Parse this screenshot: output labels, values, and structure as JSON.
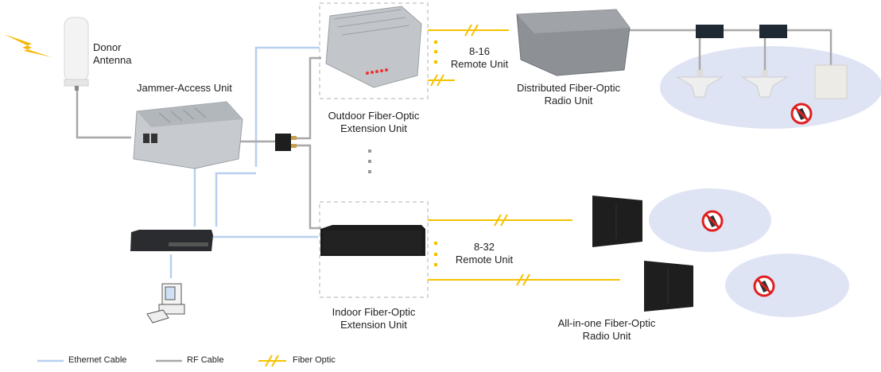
{
  "labels": {
    "donor_antenna": [
      "Donor",
      "Antenna"
    ],
    "jammer_access_unit": "Jammer-Access Unit",
    "outdoor_extension_unit": [
      "Outdoor Fiber-Optic",
      "Extension Unit"
    ],
    "outdoor_remote_count": [
      "8-16",
      "Remote Unit"
    ],
    "distributed_radio_unit": [
      "Distributed Fiber-Optic",
      "Radio Unit"
    ],
    "indoor_extension_unit": [
      "Indoor Fiber-Optic",
      "Extension Unit"
    ],
    "indoor_remote_count": [
      "8-32",
      "Remote Unit"
    ],
    "all_in_one_radio_unit": [
      "All-in-one Fiber-Optic",
      "Radio Unit"
    ]
  },
  "legend": {
    "ethernet": "Ethernet Cable",
    "rf": "RF Cable",
    "fiber": "Fiber Optic"
  },
  "colors": {
    "ethernet": "#b8d0ee",
    "rf": "#a8a8a8",
    "fiber": "#f5c200",
    "coverage": "#dfe4f4",
    "no_phone": "#e02020"
  },
  "icons": {
    "signal": "lightning-signal-icon",
    "no_phone": "no-cellphone-icon"
  }
}
